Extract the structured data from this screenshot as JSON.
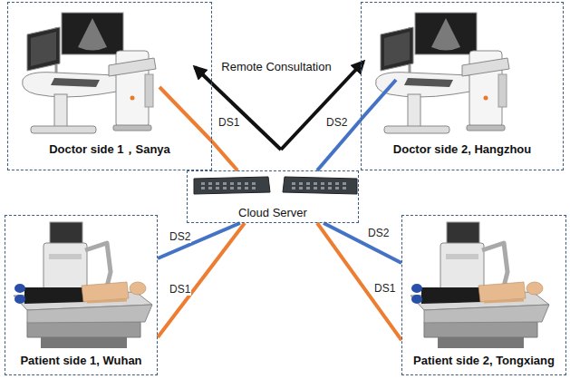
{
  "diagram": {
    "nodes": [
      {
        "text": [
          "Doctor side 1，Sanya"
        ]
      },
      {
        "text": [
          "Doctor side 2, Hangzhou"
        ]
      },
      {
        "text": [
          "Cloud Server"
        ]
      },
      {
        "text": [
          "Patient side 1, Wuhan"
        ]
      },
      {
        "text": [
          "Patient side 2, Tongxiang"
        ]
      }
    ],
    "edges": [
      {
        "from": 0,
        "to": 2,
        "label": "DS1",
        "arrow": "none"
      },
      {
        "from": 1,
        "to": 2,
        "label": "DS2",
        "arrow": "none"
      },
      {
        "from": 3,
        "to": 2,
        "label": "DS2",
        "arrow": "none"
      },
      {
        "from": 3,
        "to": 2,
        "label": "DS1",
        "arrow": "none"
      },
      {
        "from": 4,
        "to": 2,
        "label": "DS2",
        "arrow": "none"
      },
      {
        "from": 4,
        "to": 2,
        "label": "DS1",
        "arrow": "none"
      }
    ],
    "labels": [
      "Remote Consultation"
    ]
  }
}
